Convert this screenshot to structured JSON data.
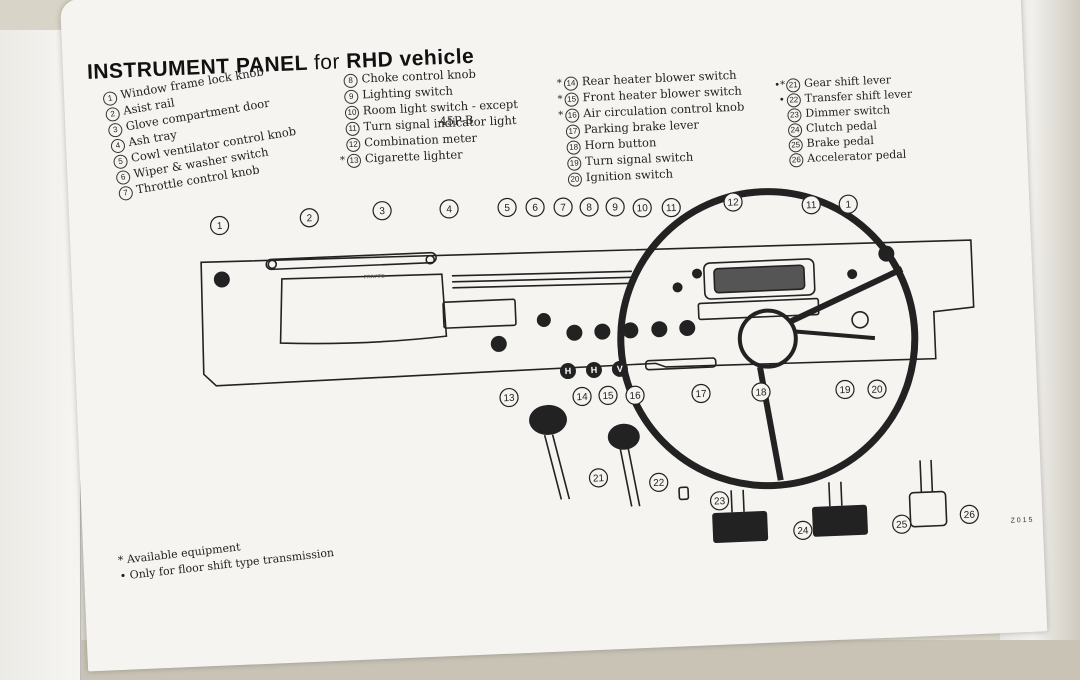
{
  "title": {
    "main": "INSTRUMENT PANEL",
    "for": "for",
    "vehicle": "RHD vehicle"
  },
  "legend": [
    {
      "id": 1,
      "no": "1",
      "label": "Window frame lock knob",
      "mark": ""
    },
    {
      "id": 2,
      "no": "2",
      "label": "Asist rail",
      "mark": ""
    },
    {
      "id": 3,
      "no": "3",
      "label": "Glove compartment door",
      "mark": ""
    },
    {
      "id": 4,
      "no": "4",
      "label": "Ash tray",
      "mark": ""
    },
    {
      "id": 5,
      "no": "5",
      "label": "Cowl ventilator control knob",
      "mark": ""
    },
    {
      "id": 6,
      "no": "6",
      "label": "Wiper & washer switch",
      "mark": ""
    },
    {
      "id": 7,
      "no": "7",
      "label": "Throttle control knob",
      "mark": ""
    },
    {
      "id": 8,
      "no": "8",
      "label": "Choke control knob",
      "mark": ""
    },
    {
      "id": 9,
      "no": "9",
      "label": "Lighting switch",
      "mark": ""
    },
    {
      "id": 10,
      "no": "10",
      "label": "Room light switch - except",
      "mark": ""
    },
    {
      "id": 11,
      "no": "11",
      "label": "Turn signal indicator light",
      "mark": ""
    },
    {
      "id": 12,
      "no": "12",
      "label": "Combination meter",
      "mark": ""
    },
    {
      "id": 13,
      "no": "13",
      "label": "Cigarette lighter",
      "mark": "*"
    },
    {
      "id": 14,
      "no": "14",
      "label": "Rear heater blower switch",
      "mark": "*"
    },
    {
      "id": 15,
      "no": "15",
      "label": "Front heater blower switch",
      "mark": "*"
    },
    {
      "id": 16,
      "no": "16",
      "label": "Air circulation control knob",
      "mark": "*"
    },
    {
      "id": 17,
      "no": "17",
      "label": "Parking brake lever",
      "mark": ""
    },
    {
      "id": 18,
      "no": "18",
      "label": "Horn button",
      "mark": ""
    },
    {
      "id": 19,
      "no": "19",
      "label": "Turn signal switch",
      "mark": ""
    },
    {
      "id": 20,
      "no": "20",
      "label": "Ignition switch",
      "mark": ""
    },
    {
      "id": 21,
      "no": "21",
      "label": "Gear shift lever",
      "mark": "•*"
    },
    {
      "id": 22,
      "no": "22",
      "label": "Transfer shift lever",
      "mark": "•"
    },
    {
      "id": 23,
      "no": "23",
      "label": "Dimmer switch",
      "mark": ""
    },
    {
      "id": 24,
      "no": "24",
      "label": "Clutch pedal",
      "mark": ""
    },
    {
      "id": 25,
      "no": "25",
      "label": "Brake pedal",
      "mark": ""
    },
    {
      "id": 26,
      "no": "26",
      "label": "Accelerator pedal",
      "mark": ""
    }
  ],
  "legend_continuation": "45P-B",
  "glove_box_badge": "PRIVATE",
  "footnotes": [
    {
      "mark": "*",
      "text": "Available equipment"
    },
    {
      "mark": "•",
      "text": "Only for floor shift type transmission"
    }
  ],
  "page_number": "Z 0 1 5",
  "switch_letters": {
    "h1": "H",
    "h2": "H",
    "v": "V"
  }
}
